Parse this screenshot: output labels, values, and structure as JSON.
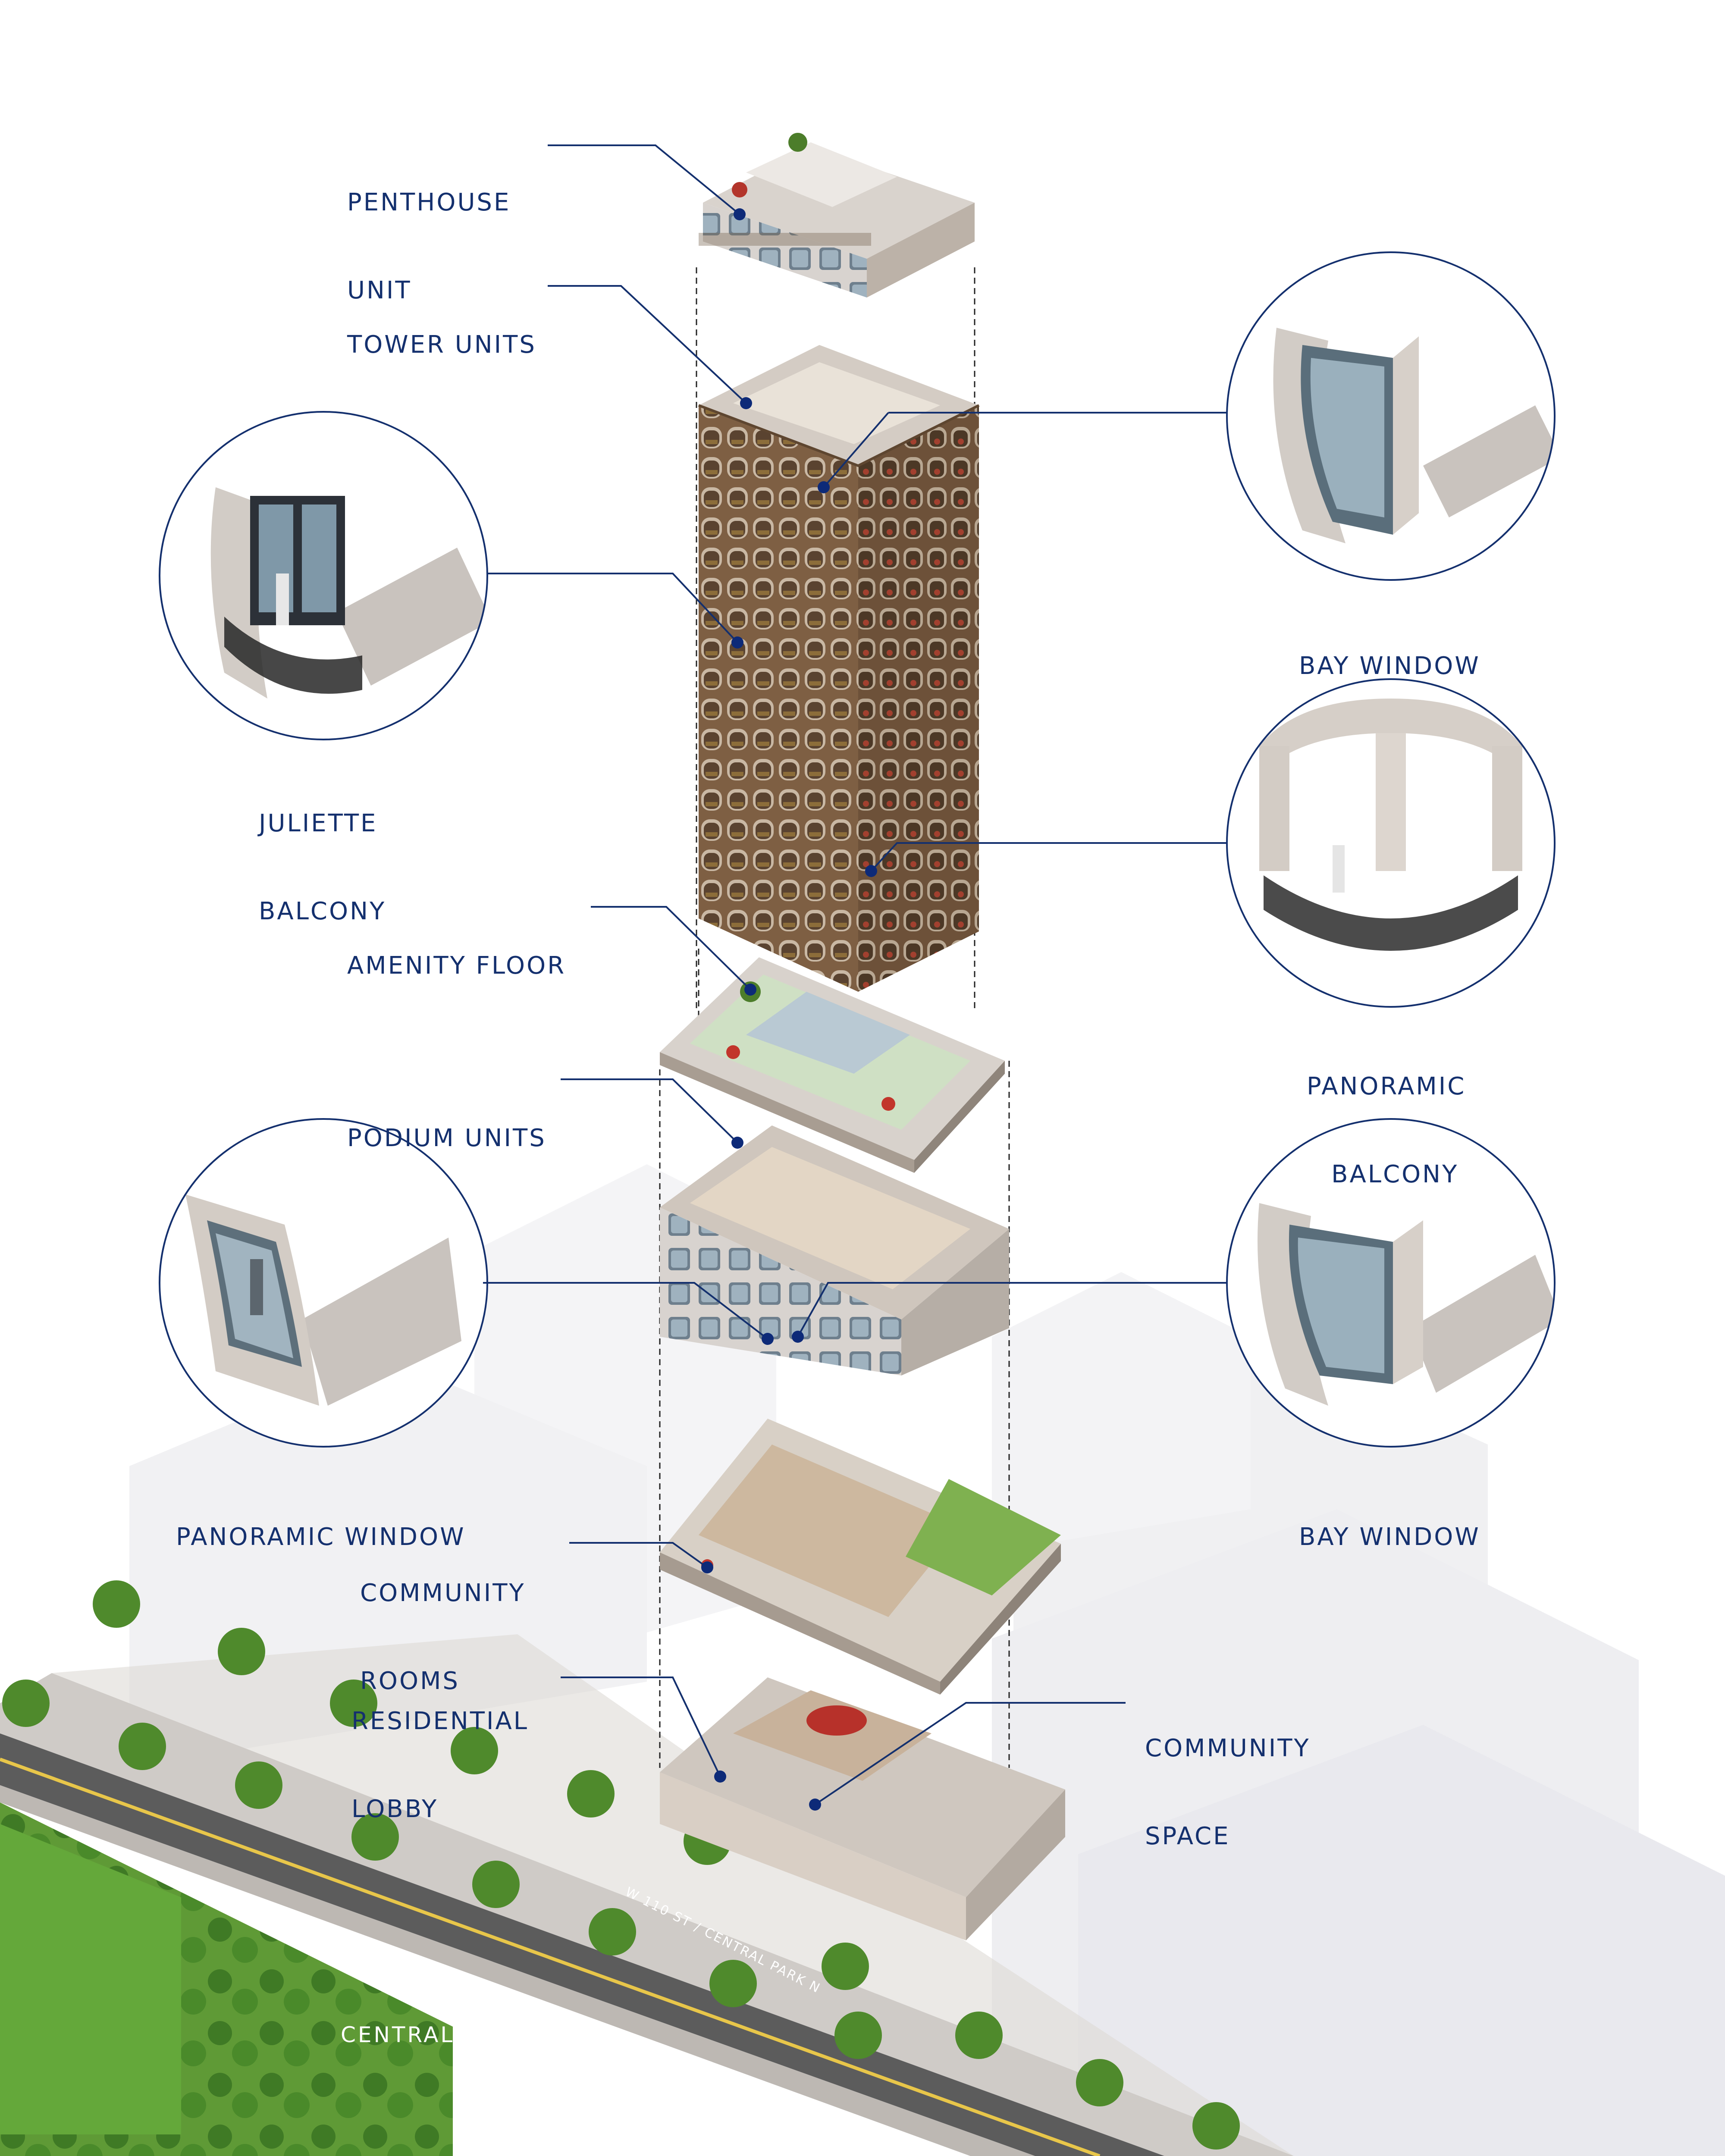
{
  "labels": {
    "penthouse_unit": [
      "PENTHOUSE",
      "UNIT"
    ],
    "tower_units": [
      "TOWER UNITS"
    ],
    "juliette_balcony": [
      "JULIETTE",
      "BALCONY"
    ],
    "amenity_floor": [
      "AMENITY FLOOR"
    ],
    "podium_units": [
      "PODIUM UNITS"
    ],
    "panoramic_window": [
      "PANORAMIC WINDOW"
    ],
    "community_rooms": [
      "COMMUNITY",
      "ROOMS"
    ],
    "residential_lobby": [
      "RESIDENTIAL",
      "LOBBY"
    ],
    "community_space": [
      "COMMUNITY",
      "SPACE"
    ],
    "bay_window_top": [
      "BAY WINDOW"
    ],
    "panoramic_balcony": [
      "PANORAMIC",
      "BALCONY"
    ],
    "bay_window_bottom": [
      "BAY WINDOW"
    ]
  },
  "map": {
    "park_label": "CENTRAL PARK",
    "street_label": "W 110 ST / CENTRAL PARK N"
  },
  "colors": {
    "label_navy": "#14306e",
    "callout_dot": "#0d2a78",
    "facade_brown": "#8a6a4c",
    "facade_light": "#c9bcb0",
    "park_green": "#5d9a35",
    "road_gray": "#5c5c5c",
    "sidewalk": "#c8c4c0",
    "context_white": "#f2f2f4"
  }
}
